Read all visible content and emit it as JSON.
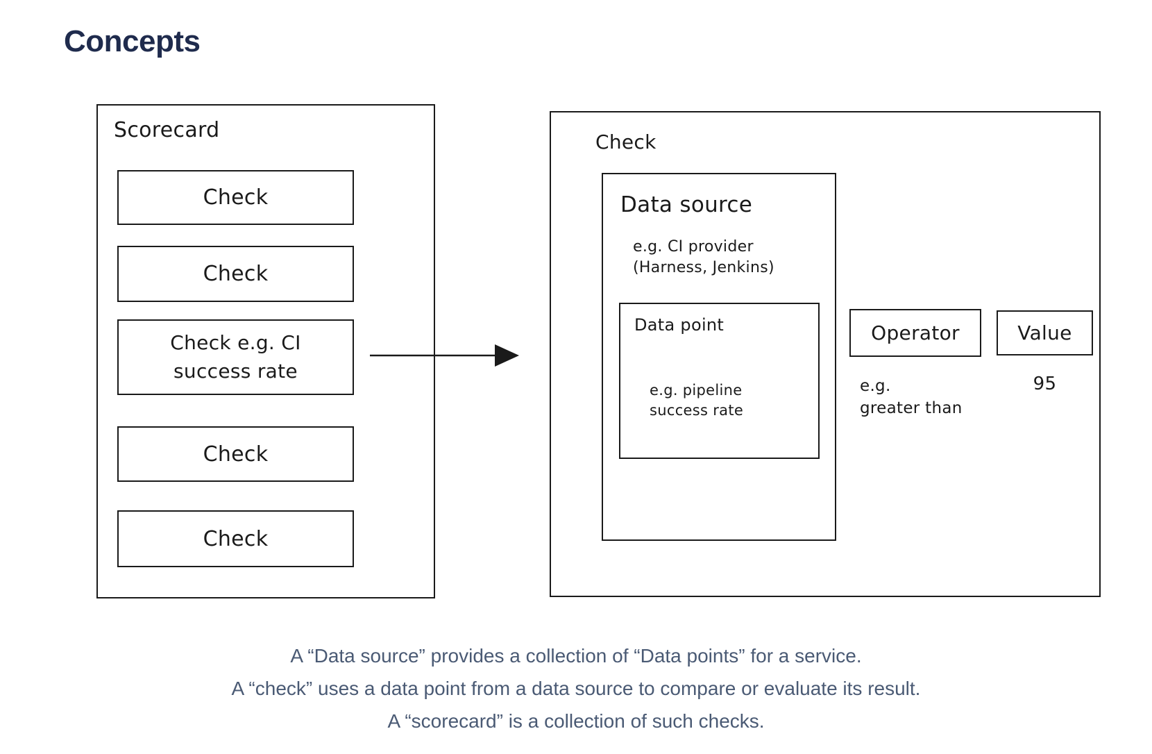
{
  "page": {
    "title": "Concepts"
  },
  "colors": {
    "heading": "#1F2B4D",
    "caption_text": "#4A5A74",
    "diagram_stroke": "#1A1A1A",
    "background": "#FFFFFF"
  },
  "scorecard": {
    "label": "Scorecard",
    "checks": [
      {
        "label": "Check"
      },
      {
        "label": "Check"
      },
      {
        "label": "Check e.g. CI\nsuccess rate"
      },
      {
        "label": "Check"
      },
      {
        "label": "Check"
      }
    ]
  },
  "check_detail": {
    "label": "Check",
    "data_source": {
      "label": "Data source",
      "example": "e.g. CI provider\n(Harness, Jenkins)",
      "data_point": {
        "label": "Data point",
        "example": "e.g. pipeline\nsuccess rate"
      }
    },
    "operator": {
      "label": "Operator",
      "example": "e.g.\ngreater than"
    },
    "value": {
      "label": "Value",
      "example": "95"
    }
  },
  "caption": {
    "lines": [
      "A “Data source” provides a collection of “Data points” for a service.",
      "A “check” uses a data point from a data source to compare or evaluate its result.",
      "A “scorecard” is a collection of such checks."
    ]
  }
}
